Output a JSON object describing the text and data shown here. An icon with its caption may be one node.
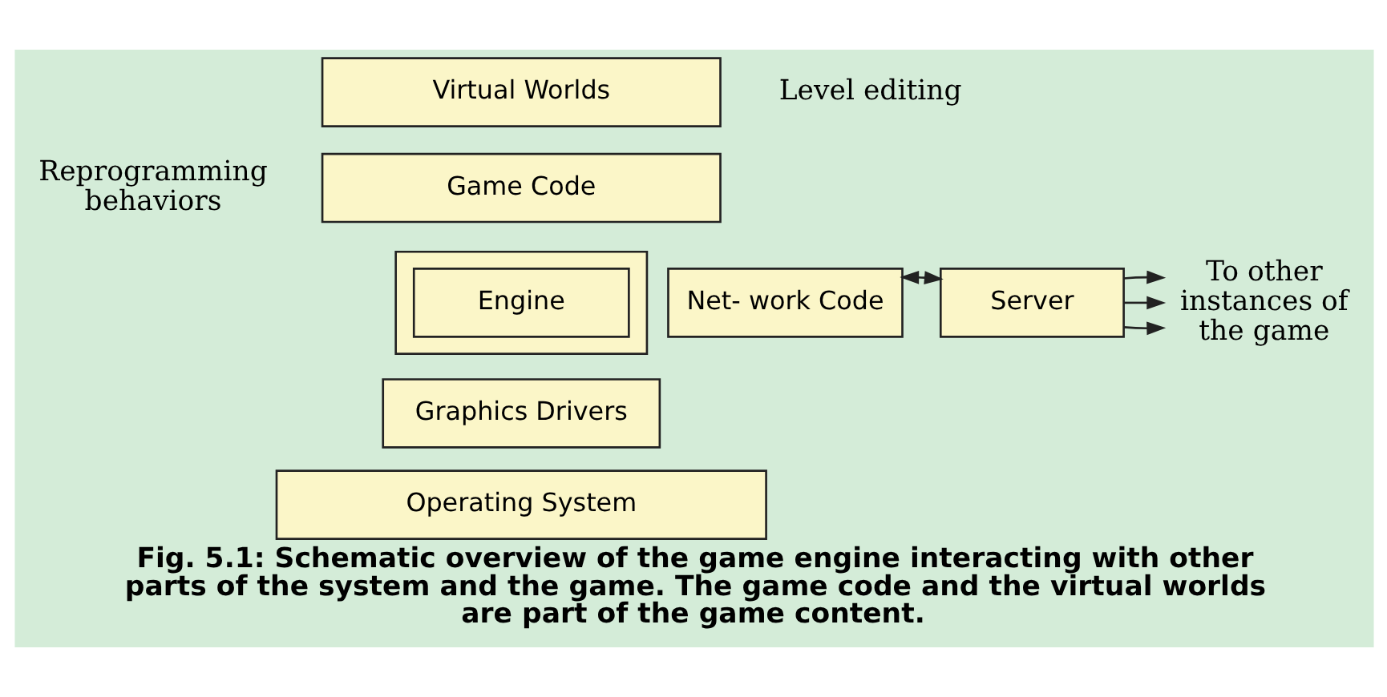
{
  "diagram": {
    "caption": "Fig. 5.1: Schematic overview of the game engine interacting with other parts of the system and the game. The game code and the virtual worlds are part of the game content.",
    "nodes": [
      {
        "text": [
          "Virtual Worlds"
        ]
      },
      {
        "text": [
          "Game Code"
        ]
      },
      {
        "text": [],
        "shape": "box"
      },
      {
        "text": [
          "Engine"
        ],
        "in": 2
      },
      {
        "text": [
          "Graphics Drivers"
        ]
      },
      {
        "text": [
          "Net- work Code"
        ]
      },
      {
        "text": [
          "Operating System"
        ]
      },
      {
        "text": [
          "Server"
        ]
      },
      {
        "text": [
          "To other instances of the game"
        ]
      }
    ],
    "edges": [
      {
        "from": 5,
        "to": 7,
        "arrow": "both"
      },
      {
        "from": 7,
        "to": 8,
        "arrow": "to"
      },
      {
        "from": 7,
        "to": 8,
        "arrow": "to"
      },
      {
        "from": 7,
        "to": 8,
        "arrow": "to"
      }
    ],
    "labels": [
      "Level editing",
      "Reprogramming behaviors"
    ]
  }
}
